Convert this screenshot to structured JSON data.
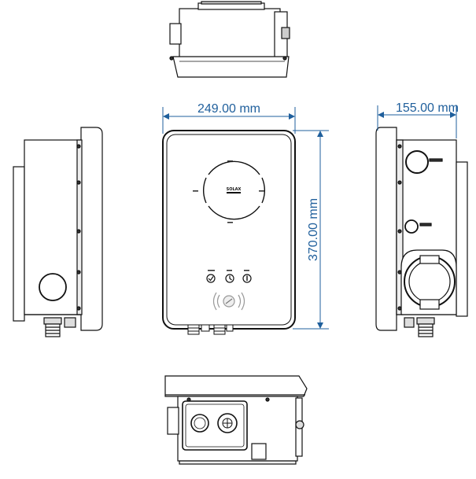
{
  "dimensions": {
    "width_label": "249.00 mm",
    "height_label": "370.00 mm",
    "depth_label": "155.00 mm"
  },
  "front_panel": {
    "brand": "SOLAX",
    "ring_top": "",
    "ring_left": "",
    "ring_right": "",
    "ring_bottom": "",
    "indicator_labels": [
      "",
      "",
      ""
    ]
  },
  "colors": {
    "dimension": "#1f5f9c",
    "outline": "#111111",
    "screen_fill": "#ffffff"
  }
}
